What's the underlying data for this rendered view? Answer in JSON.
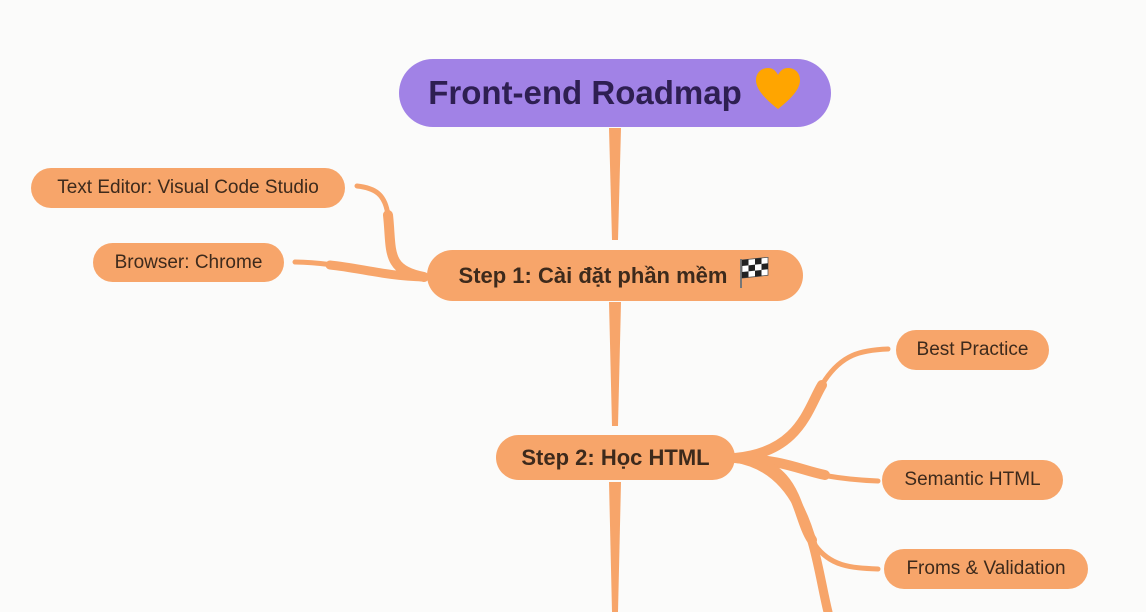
{
  "root": {
    "title": "Front-end Roadmap",
    "icon": "heart-icon"
  },
  "steps": [
    {
      "label": "Step 1: Cài đặt phần mềm",
      "icon": "checkered-flag-icon"
    },
    {
      "label": "Step 2: Học HTML"
    }
  ],
  "step1_children": [
    {
      "label": "Text Editor: Visual Code Studio"
    },
    {
      "label": "Browser: Chrome"
    }
  ],
  "step2_children": [
    {
      "label": "Best Practice"
    },
    {
      "label": "Semantic HTML"
    },
    {
      "label": "Froms & Validation"
    }
  ],
  "colors": {
    "root_fill": "#a182e6",
    "node_fill": "#f7a56a",
    "connector": "#f7a56a",
    "heart": "#ffa500"
  }
}
